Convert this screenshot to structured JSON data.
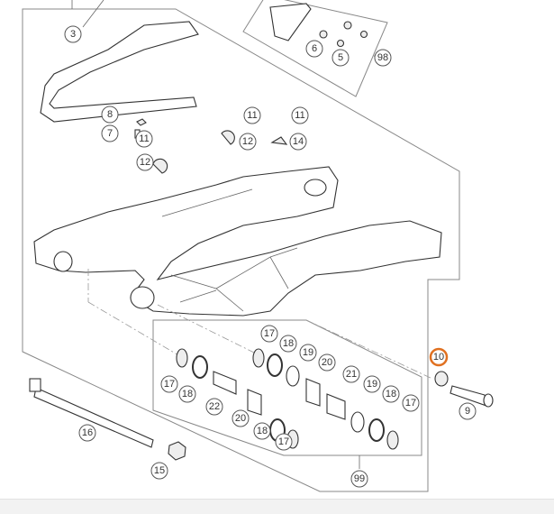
{
  "diagram": {
    "highlight_color": "#e07020",
    "callouts": {
      "c3": "3",
      "c6": "6",
      "c5": "5",
      "c98": "98",
      "c8": "8",
      "c7": "7",
      "c11a": "11",
      "c11b": "11",
      "c11c": "11",
      "c12a": "12",
      "c14": "14",
      "c12b": "12",
      "c17a": "17",
      "c18a": "18",
      "c19a": "19",
      "c20a": "20",
      "c21": "21",
      "c19b": "19",
      "c18b": "18",
      "c17b": "17",
      "c17c": "17",
      "c18c": "18",
      "c22": "22",
      "c20b": "20",
      "c18d": "18",
      "c17d": "17",
      "c10": "10",
      "c9": "9",
      "c16": "16",
      "c15": "15",
      "c99": "99"
    }
  }
}
